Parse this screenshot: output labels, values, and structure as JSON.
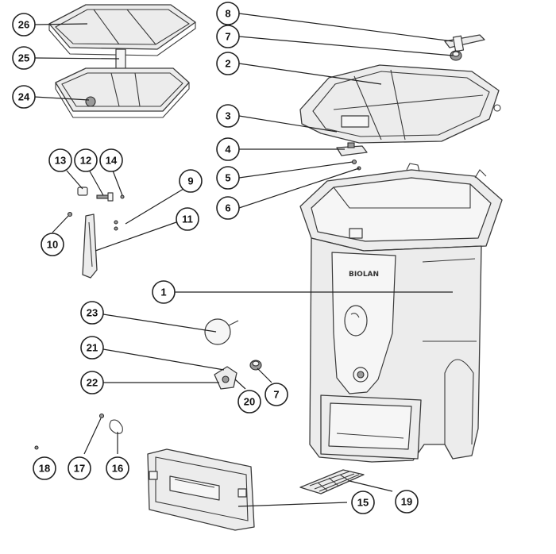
{
  "diagram": {
    "logo_text": "BIOLAN",
    "callouts": [
      "1",
      "2",
      "3",
      "4",
      "5",
      "6",
      "7",
      "7",
      "8",
      "9",
      "10",
      "11",
      "12",
      "13",
      "14",
      "15",
      "16",
      "17",
      "18",
      "19",
      "20",
      "21",
      "22",
      "23",
      "24",
      "25",
      "26"
    ]
  }
}
